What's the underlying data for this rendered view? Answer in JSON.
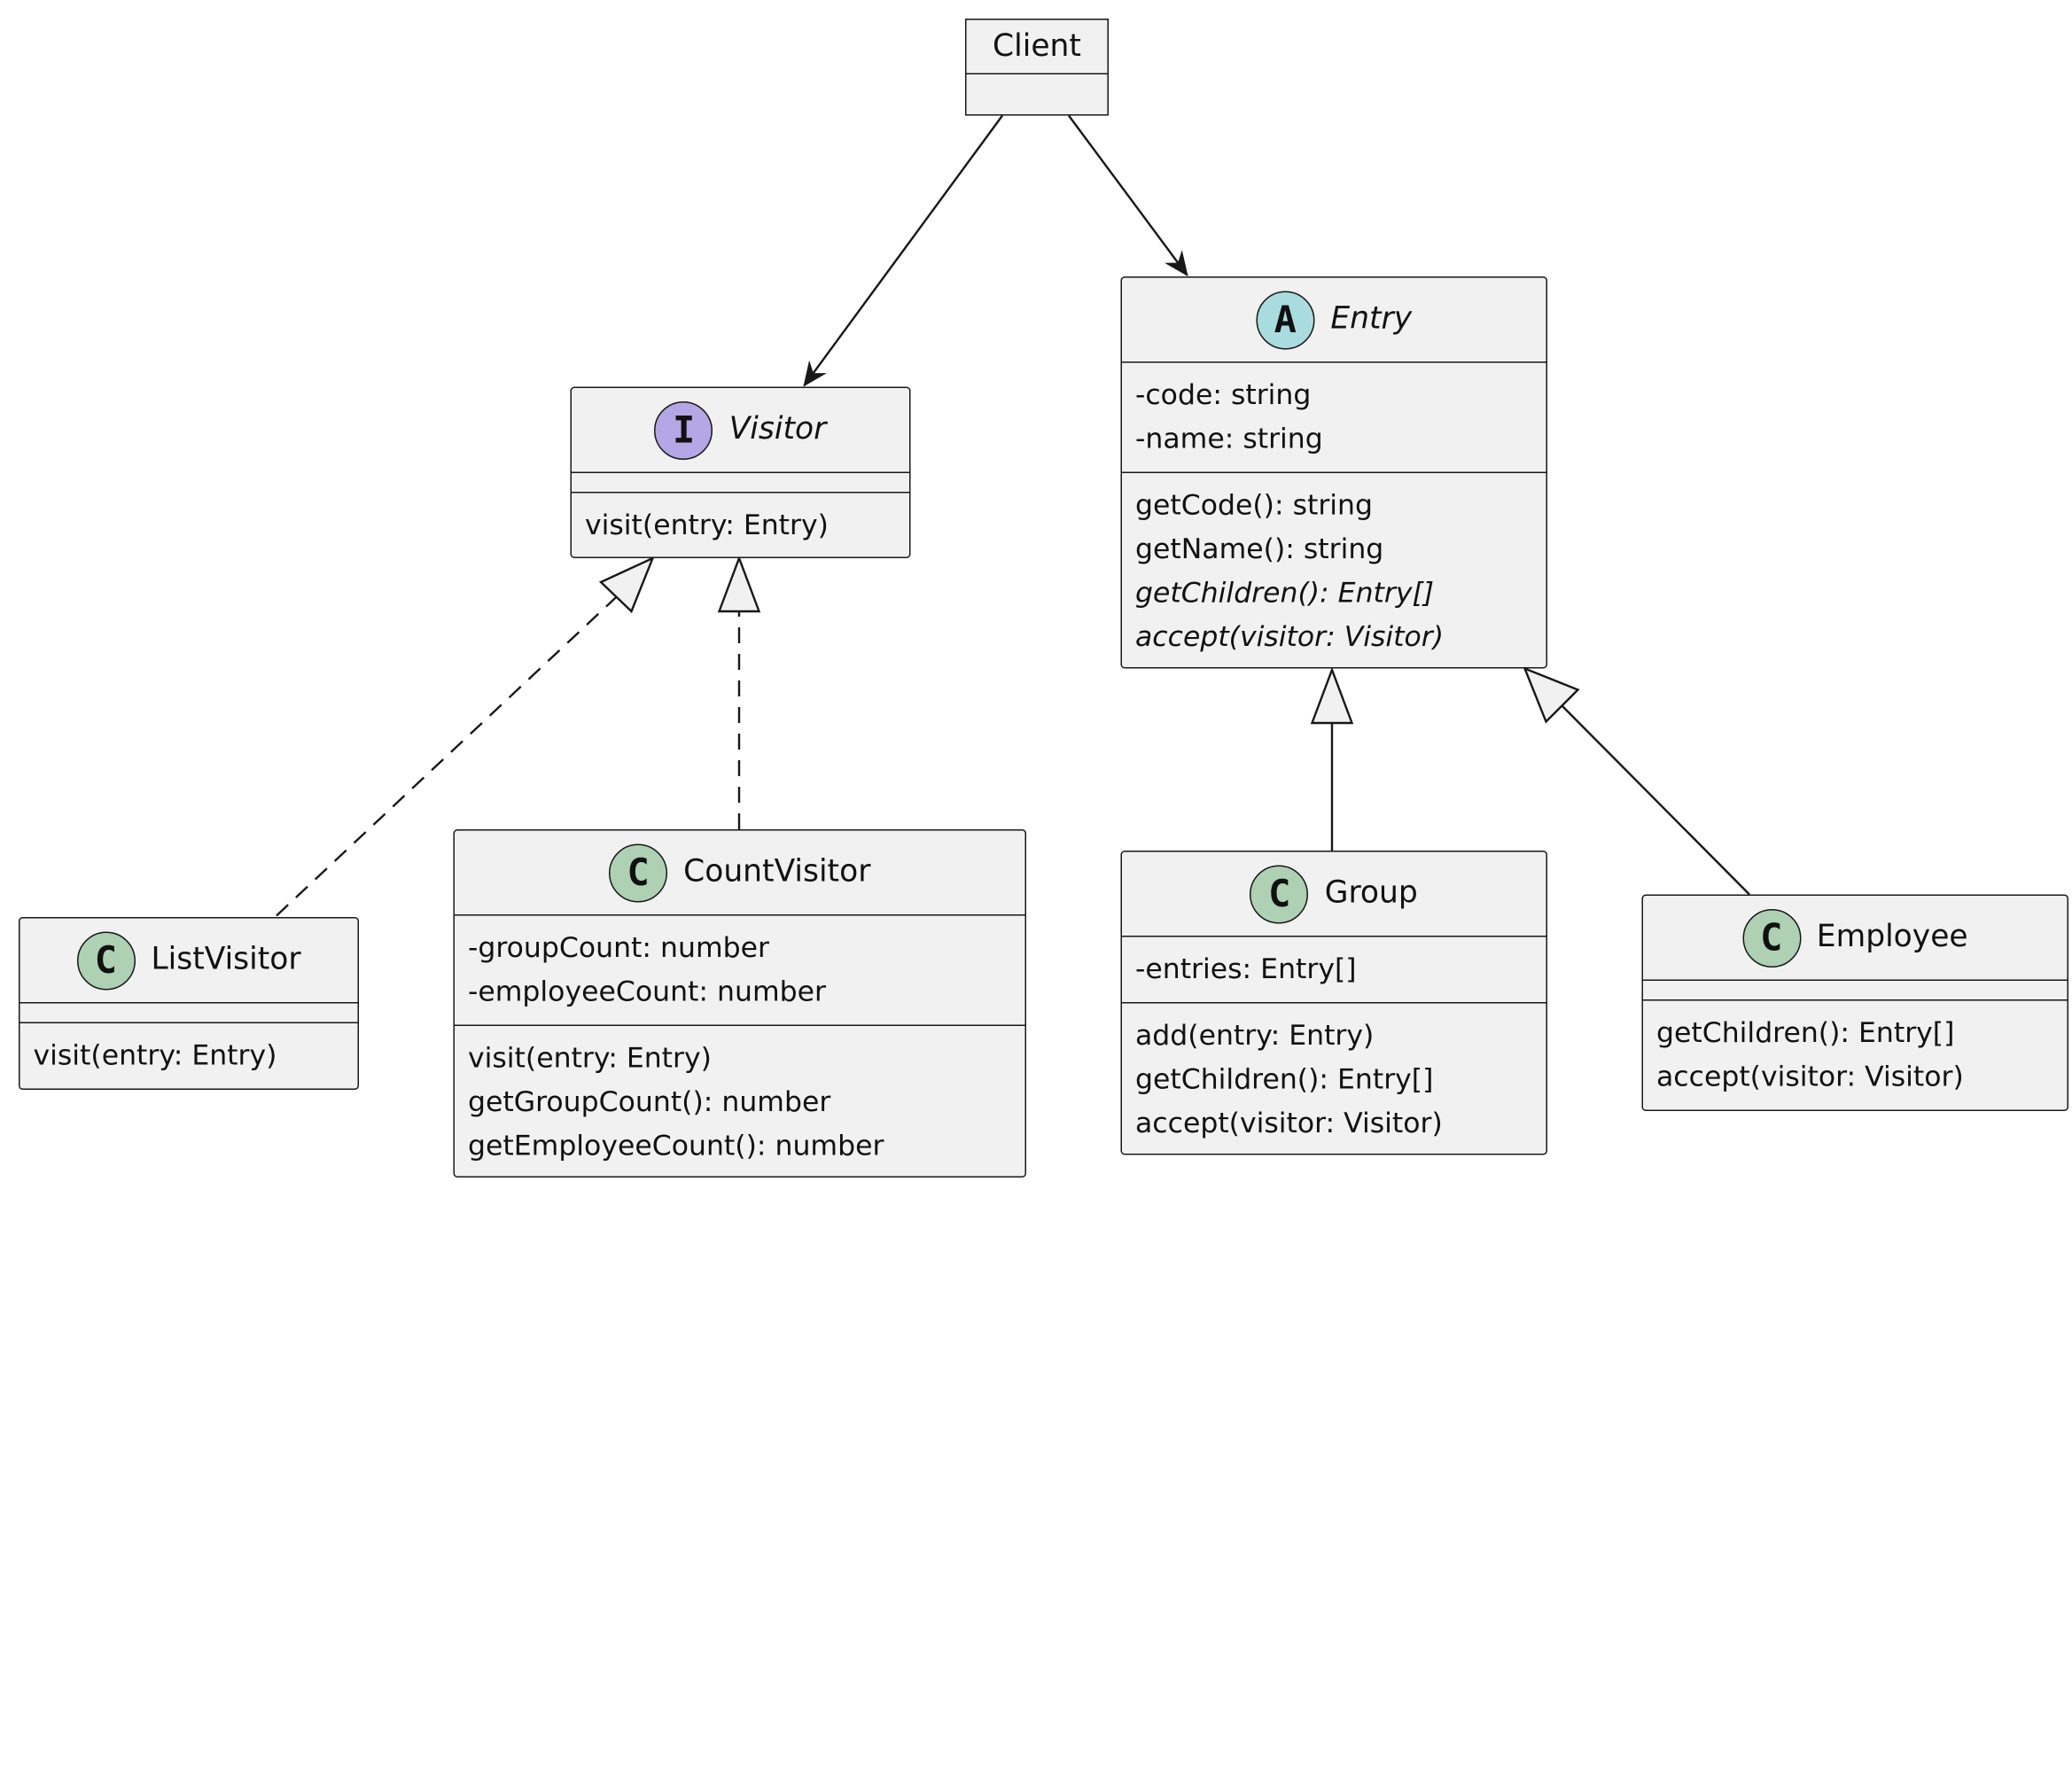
{
  "classes": {
    "client": {
      "name": "Client",
      "fields": [],
      "methods": []
    },
    "visitor": {
      "name": "Visitor",
      "stereotype_letter": "I",
      "fields": [],
      "methods": [
        "visit(entry: Entry)"
      ]
    },
    "entry": {
      "name": "Entry",
      "stereotype_letter": "A",
      "fields": [
        "-code: string",
        "-name: string"
      ],
      "methods": [
        "getCode(): string",
        "getName(): string",
        "getChildren(): Entry[]",
        "accept(visitor: Visitor)"
      ]
    },
    "listvisitor": {
      "name": "ListVisitor",
      "stereotype_letter": "C",
      "fields": [],
      "methods": [
        "visit(entry: Entry)"
      ]
    },
    "countvisitor": {
      "name": "CountVisitor",
      "stereotype_letter": "C",
      "fields": [
        "-groupCount: number",
        "-employeeCount: number"
      ],
      "methods": [
        "visit(entry: Entry)",
        "getGroupCount(): number",
        "getEmployeeCount(): number"
      ]
    },
    "group": {
      "name": "Group",
      "stereotype_letter": "C",
      "fields": [
        "-entries: Entry[]"
      ],
      "methods": [
        "add(entry: Entry)",
        "getChildren(): Entry[]",
        "accept(visitor: Visitor)"
      ]
    },
    "employee": {
      "name": "Employee",
      "stereotype_letter": "C",
      "fields": [],
      "methods": [
        "getChildren(): Entry[]",
        "accept(visitor: Visitor)"
      ]
    }
  },
  "relations": [
    {
      "from": "Client",
      "to": "Visitor",
      "type": "association"
    },
    {
      "from": "Client",
      "to": "Entry",
      "type": "association"
    },
    {
      "from": "ListVisitor",
      "to": "Visitor",
      "type": "realization"
    },
    {
      "from": "CountVisitor",
      "to": "Visitor",
      "type": "realization"
    },
    {
      "from": "Group",
      "to": "Entry",
      "type": "generalization"
    },
    {
      "from": "Employee",
      "to": "Entry",
      "type": "generalization"
    }
  ],
  "colors": {
    "class_spot": "#add1b2",
    "interface_spot": "#b4a7e5",
    "abstract_spot": "#a9dcdf",
    "box_fill": "#f1f1f1",
    "stroke": "#181818"
  }
}
